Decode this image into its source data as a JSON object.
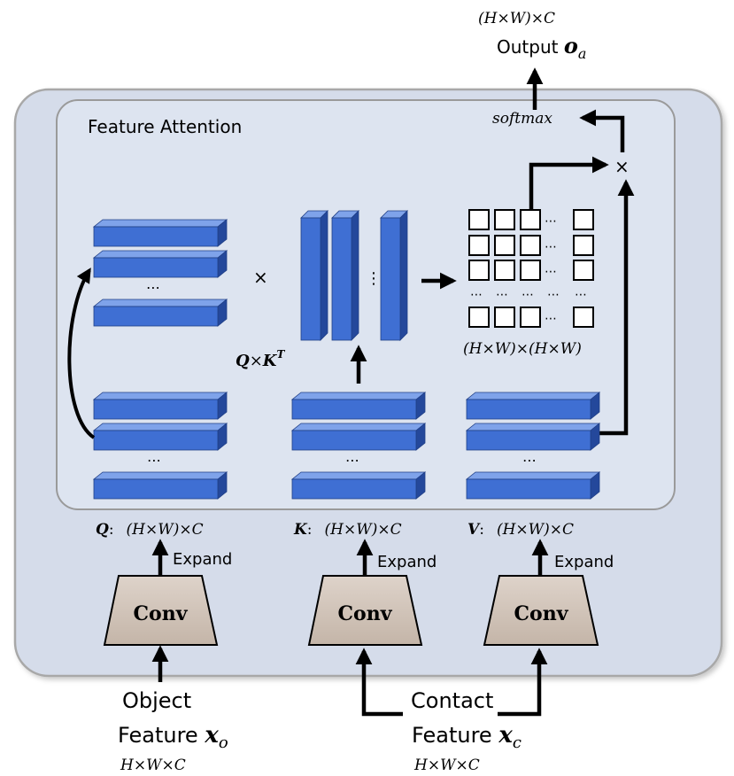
{
  "module_title": "Feature Attention",
  "output": {
    "shape": "(H×W)×C",
    "label": "Output",
    "symbol": "o",
    "subscript": "a"
  },
  "softmax_label": "softmax",
  "multiply_symbol": "×",
  "qk": {
    "times_symbol": "×",
    "label_q": "Q",
    "label_times": "×",
    "label_k": "K",
    "label_sup": "T"
  },
  "attention_map": {
    "shape": "(H×W)×(H×W)"
  },
  "ellipsis": "⋯",
  "vertical_ellipsis": "⋮",
  "branches": {
    "q": {
      "name": "Q",
      "colon": ":",
      "shape": "(H×W)×C",
      "expand_label": "Expand",
      "conv_label": "Conv"
    },
    "k": {
      "name": "K",
      "colon": ":",
      "shape": "(H×W)×C",
      "expand_label": "Expand",
      "conv_label": "Conv"
    },
    "v": {
      "name": "V",
      "colon": ":",
      "shape": "(H×W)×C",
      "expand_label": "Expand",
      "conv_label": "Conv"
    }
  },
  "inputs": {
    "object": {
      "line1": "Object",
      "line2": "Feature",
      "symbol": "x",
      "subscript": "o",
      "shape": "H×W×C"
    },
    "contact": {
      "line1": "Contact",
      "line2": "Feature",
      "symbol": "x",
      "subscript": "c",
      "shape": "H×W×C"
    }
  },
  "colors": {
    "outer_fill": "#d5dcea",
    "outer_stroke": "#a8a8a8",
    "inner_fill": "#dde4f0",
    "inner_stroke": "#9a9a9a",
    "block_front": "#3f6fd3",
    "block_top": "#7fa3ea",
    "block_side": "#24489b",
    "conv_fill": "#cdbfb3",
    "arrow": "#000000"
  }
}
